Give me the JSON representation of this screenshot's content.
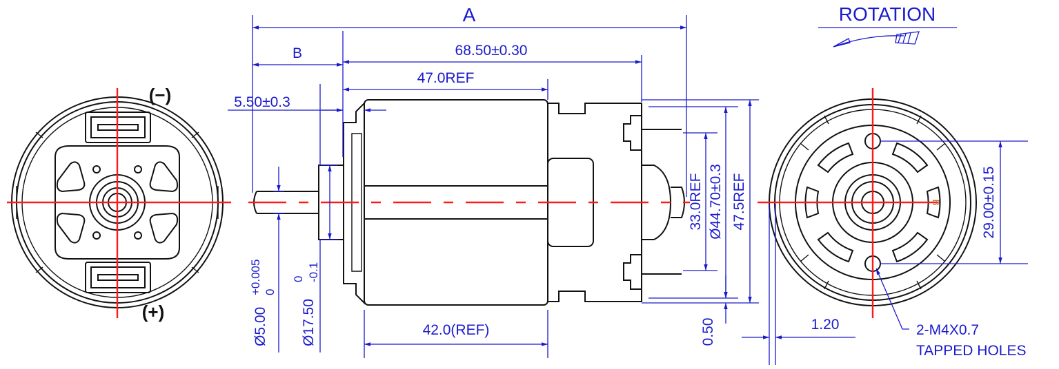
{
  "dimensions": {
    "a": "A",
    "b": "B",
    "length_tol": "68.50±0.30",
    "ref_47": "47.0REF",
    "shaft_ext": "5.50±0.3",
    "can_len": "42.0(REF)",
    "ref_33": "33.0REF",
    "dia_44": "Ø44.70±0.3",
    "ref_475": "47.5REF",
    "gap_050": "0.50",
    "gap_120": "1.20",
    "hole_spacing": "29.00±0.15",
    "dia_shaft": "Ø5.00",
    "dia_shaft_tol_upper": "+0.005",
    "dia_shaft_tol_lower": "0",
    "dia_boss": "Ø17.50",
    "dia_boss_tol_upper": "0",
    "dia_boss_tol_lower": "-0.1"
  },
  "annotations": {
    "rotation": "ROTATION",
    "holes_line1": "2-M4X0.7",
    "holes_line2": "TAPPED HOLES",
    "b_marker": "B"
  },
  "terminals": {
    "negative": "(−)",
    "positive": "(+)"
  },
  "colors": {
    "dimension": "#1a1acc",
    "centerline": "#ff1a1a",
    "outline": "#111111"
  }
}
